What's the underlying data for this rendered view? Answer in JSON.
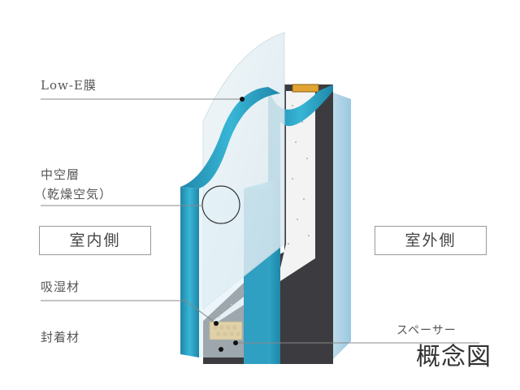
{
  "labels": {
    "low_e": "Low-E膜",
    "hollow_layer": "中空層",
    "dry_air": "（乾燥空気）",
    "desiccant": "吸湿材",
    "sealant": "封着材",
    "spacer": "スペーサー"
  },
  "sides": {
    "indoor": "室内側",
    "outdoor": "室外側"
  },
  "caption": "概念図",
  "colors": {
    "glass_edge": "#2aa8c9",
    "glass_edge_dark": "#1d7f9e",
    "frame": "#3b3b40",
    "desiccant": "#e2a430",
    "leader": "#888888"
  }
}
